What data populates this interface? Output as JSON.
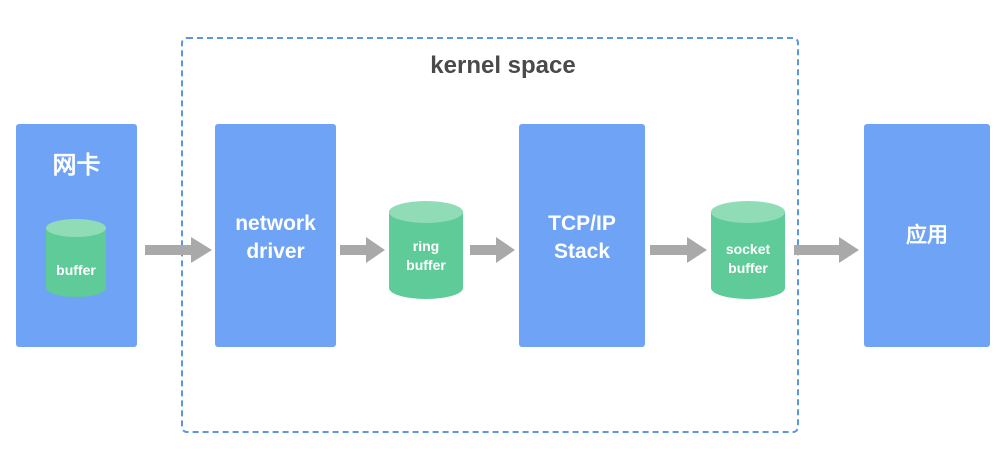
{
  "kernel_space": {
    "title": "kernel space"
  },
  "nic": {
    "label": "网卡",
    "buffer_label": "buffer"
  },
  "network_driver": {
    "label": "network\ndriver"
  },
  "ring_buffer": {
    "label": "ring\nbuffer"
  },
  "tcp_ip_stack": {
    "label": "TCP/IP\nStack"
  },
  "socket_buffer": {
    "label": "socket\nbuffer"
  },
  "application": {
    "label": "应用"
  },
  "colors": {
    "block": "#6fa3f5",
    "buffer": "#5ecb98",
    "buffer_top": "#8fdcb6",
    "arrow": "#a9a9a9",
    "kernel_border": "#5a95e6",
    "title_text": "#4a4a4a"
  }
}
